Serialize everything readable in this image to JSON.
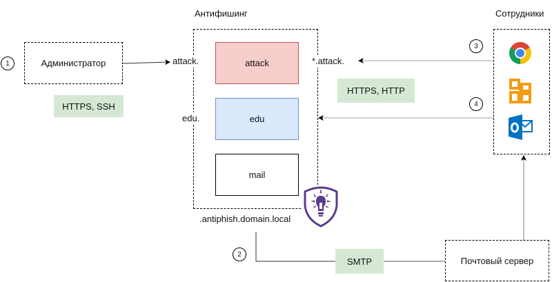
{
  "nodes": {
    "admin": {
      "label": "Администратор",
      "step": "1"
    },
    "antiphishing": {
      "title": "Антифишинг",
      "domain_suffix": ".antiphish.domain.local",
      "left_labels": {
        "attack": "attack.",
        "edu": "edu."
      },
      "right_labels": {
        "attack": "*.attack."
      },
      "components": [
        {
          "name": "attack",
          "fill": "#f8cecc",
          "stroke": "#b85450"
        },
        {
          "name": "edu",
          "fill": "#dae8fc",
          "stroke": "#6c8ebf"
        },
        {
          "name": "mail",
          "fill": "#ffffff",
          "stroke": "#000000"
        }
      ],
      "logo": "shield-lightbulb-icon"
    },
    "employees": {
      "title": "Сотрудники",
      "apps": [
        "chrome-icon",
        "office-icon",
        "outlook-icon"
      ]
    },
    "mail_server": {
      "label": "Почтовый сервер"
    }
  },
  "connections": {
    "admin_protocols": "HTTPS, SSH",
    "employee_protocols": "HTTPS, HTTP",
    "smtp": "SMTP",
    "steps": {
      "step2": "2",
      "step3": "3",
      "step4": "4"
    }
  },
  "colors": {
    "protocol_tag": "#d5e8d4",
    "logo": "#5b3b8c"
  }
}
